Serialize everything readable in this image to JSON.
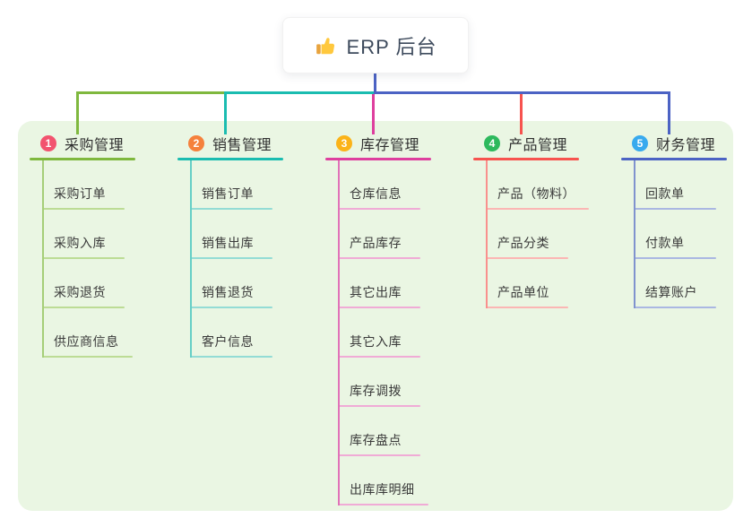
{
  "root": {
    "icon": "thumbs-up-icon",
    "label": "ERP 后台"
  },
  "panel_bg": "#EAF6E3",
  "root_connector_color": "#4C63C4",
  "branches": [
    {
      "num": "1",
      "title": "采购管理",
      "colors": {
        "badge": "#F2536F",
        "line": "#7FB83E",
        "spine": "#A5CE78",
        "subline": "#BCDC95"
      },
      "children": [
        "采购订单",
        "采购入库",
        "采购退货",
        "供应商信息"
      ]
    },
    {
      "num": "2",
      "title": "销售管理",
      "colors": {
        "badge": "#F5813C",
        "line": "#1BBCB0",
        "spine": "#66CFC6",
        "subline": "#93DCD5"
      },
      "children": [
        "销售订单",
        "销售出库",
        "销售退货",
        "客户信息"
      ]
    },
    {
      "num": "3",
      "title": "库存管理",
      "colors": {
        "badge": "#FBB318",
        "line": "#DE3F9E",
        "spine": "#E172B8",
        "subline": "#F0ABD6"
      },
      "children": [
        "仓库信息",
        "产品库存",
        "其它出库",
        "其它入库",
        "库存调拨",
        "库存盘点",
        "出库库明细"
      ]
    },
    {
      "num": "4",
      "title": "产品管理",
      "colors": {
        "badge": "#2DB95D",
        "line": "#F7534F",
        "spine": "#F9908D",
        "subline": "#FBB6B4"
      },
      "children": [
        "产品（物料）",
        "产品分类",
        "产品单位"
      ]
    },
    {
      "num": "5",
      "title": "财务管理",
      "colors": {
        "badge": "#38AAEE",
        "line": "#4C63C4",
        "spine": "#8093CE",
        "subline": "#AAB7E2"
      },
      "children": [
        "回款单",
        "付款单",
        "结算账户"
      ]
    }
  ]
}
